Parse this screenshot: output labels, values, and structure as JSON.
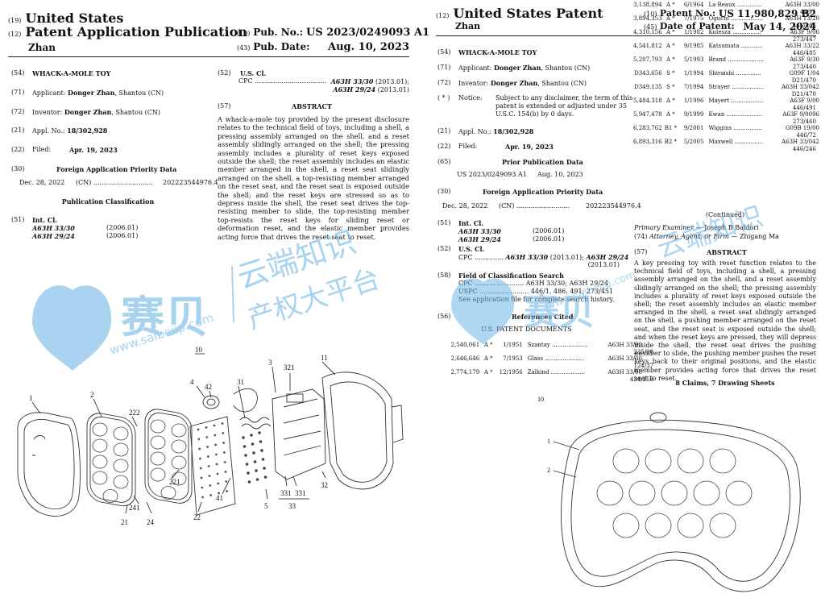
{
  "left": {
    "hdr_19": "(19)",
    "hdr_country": "United States",
    "hdr_12": "(12)",
    "hdr_type": "Patent Application Publication",
    "hdr_10": "(10)",
    "hdr_pubno_label": "Pub. No.:",
    "hdr_pubno": "US 2023/0249093 A1",
    "hdr_author": "Zhan",
    "hdr_43": "(43)",
    "hdr_pubdate_label": "Pub. Date:",
    "hdr_pubdate": "Aug. 10, 2023",
    "f54_code": "(54)",
    "f54_title": "WHACK-A-MOLE TOY",
    "f71_code": "(71)",
    "f71_label": "Applicant:",
    "f71_name": "Donger Zhan",
    "f71_loc": ", Shantou (CN)",
    "f72_code": "(72)",
    "f72_label": "Inventor:",
    "f72_name": "Donger Zhan",
    "f72_loc": ", Shantou (CN)",
    "f21_code": "(21)",
    "f21_label": "Appl. No.:",
    "f21_value": "18/302,928",
    "f22_code": "(22)",
    "f22_label": "Filed:",
    "f22_value": "Apr. 19, 2023",
    "f30_code": "(30)",
    "f30_heading": "Foreign Application Priority Data",
    "f30_date": "Dec. 28, 2022",
    "f30_country": "(CN) .............................",
    "f30_number": "202223544976.4",
    "pubclass_heading": "Publication Classification",
    "f51_code": "(51)",
    "f51_label": "Int. Cl.",
    "f51_items": [
      {
        "code": "A63H 33/30",
        "year": "(2006.01)"
      },
      {
        "code": "A63H 29/24",
        "year": "(2006.01)"
      }
    ],
    "f52_code": "(52)",
    "f52_label": "U.S. Cl.",
    "f52_cpc": "CPC ...................................",
    "f52_line1a": "A63H 33/30",
    "f52_line1b": " (2013.01);",
    "f52_line2a": "A63H 29/24",
    "f52_line2b": " (2013.01)",
    "f57_code": "(57)",
    "f57_heading": "ABSTRACT",
    "abstract": "A whack-a-mole toy provided by the present disclosure relates to the technical field of toys, including a shell, a pressing assembly arranged on the shell, and a reset assembly slidingly arranged on the shell; the pressing assembly includes a plurality of reset keys exposed outside the shell; the reset assembly includes an elastic member arranged in the shell, a reset seat slidingly arranged on the shell, a top-resisting member arranged on the reset seat, and the reset seat is exposed outside the shell; and the reset keys are stressed so as to depress inside the shell, the reset seat drives the top-resisting member to slide, the top-resisting member top-resists the reset keys for sliding reset or deformation reset, and the elastic member provides acting force that drives the reset seat to reset.",
    "figure_labels": {
      "l10": "10",
      "l4": "4",
      "l42": "42",
      "l3": "3",
      "l321": "321",
      "l11": "11",
      "l2": "2",
      "l222": "222",
      "l31": "31",
      "l1": "1",
      "l221": "221",
      "l241": "241",
      "l22": "22",
      "l41": "41",
      "l331a": "331",
      "l331b": "331",
      "l32": "32",
      "l33": "33",
      "l5": "5",
      "l21": "21",
      "l24": "24"
    }
  },
  "right": {
    "hdr_12": "(12)",
    "hdr_type": "United States Patent",
    "hdr_author": "Zhan",
    "hdr_10": "(10)",
    "hdr_patno_label": "Patent No.:",
    "hdr_patno": "US 11,980,829 B2",
    "hdr_45": "(45)",
    "hdr_date_label": "Date of Patent:",
    "hdr_date": "May 14, 2024",
    "f54_code": "(54)",
    "f54_title": "WHACK-A-MOLE TOY",
    "f71_code": "(71)",
    "f71_label": "Applicant:",
    "f71_name": "Donger Zhan",
    "f71_loc": ", Shantou (CN)",
    "f72_code": "(72)",
    "f72_label": "Inventor:",
    "f72_name": "Donger Zhan",
    "f72_loc": ", Shantou (CN)",
    "notice_code": "( * )",
    "notice_label": "Notice:",
    "notice_text": "Subject to any disclaimer, the term of this patent is extended or adjusted under 35 U.S.C. 154(b) by 0 days.",
    "f21_code": "(21)",
    "f21_label": "Appl. No.:",
    "f21_value": "18/302,928",
    "f22_code": "(22)",
    "f22_label": "Filed:",
    "f22_value": "Apr. 19, 2023",
    "f65_code": "(65)",
    "f65_heading": "Prior Publication Data",
    "f65_pub": "US 2023/0249093 A1",
    "f65_date": "Aug. 10, 2023",
    "f30_code": "(30)",
    "f30_heading": "Foreign Application Priority Data",
    "f30_date": "Dec. 28, 2022",
    "f30_country": "(CN) ..........................",
    "f30_number": "202223544976.4",
    "f51_code": "(51)",
    "f51_label": "Int. Cl.",
    "f51_items": [
      {
        "code": "A63H 33/30",
        "year": "(2006.01)"
      },
      {
        "code": "A63H 29/24",
        "year": "(2006.01)"
      }
    ],
    "f52_code": "(52)",
    "f52_label": "U.S. Cl.",
    "f52_cpc": "CPC ..............",
    "f52_a": "A63H 33/30",
    "f52_b": " (2013.01); ",
    "f52_c": "A63H 29/24",
    "f52_d": "(2013.01)",
    "f58_code": "(58)",
    "f58_heading": "Field of Classification Search",
    "f58_cpc": "CPC ........................ A63H 33/30; A63H 29/24",
    "f58_uspc": "USPC ........................ 446/1, 486, 491; 273/451",
    "f58_note": "See application file for complete search history.",
    "f56_code": "(56)",
    "f56_heading": "References Cited",
    "f56_sub": "U.S. PATENT DOCUMENTS",
    "refs_left": [
      {
        "num": "2,540,061",
        "kind": "A *",
        "date": "1/1951",
        "name": "Szantay ....................",
        "cls": "A63H 33/00",
        "sub": "235/90"
      },
      {
        "num": "2,646,646",
        "kind": "A *",
        "date": "7/1953",
        "name": "Glass ......................",
        "cls": "A63H 33/00",
        "sub": "124/37"
      },
      {
        "num": "2,774,179",
        "kind": "A *",
        "date": "12/1956",
        "name": "Zalkind ...................",
        "cls": "A63H 33/00",
        "sub": "434/258"
      }
    ],
    "refs_right": [
      {
        "num": "3,138,894",
        "kind": "A *",
        "date": "6/1964",
        "name": "La Reaux ..............",
        "cls": "A63H 33/00",
        "sub": "446/1"
      },
      {
        "num": "3,894,353",
        "kind": "A *",
        "date": "7/1975",
        "name": "Oguchi ..................",
        "cls": "A63H 13/20",
        "sub": "446/486"
      },
      {
        "num": "4,310,156",
        "kind": "A *",
        "date": "1/1982",
        "name": "Kulesza ................",
        "cls": "A63F 9/06",
        "sub": "273/447"
      },
      {
        "num": "4,541,812",
        "kind": "A *",
        "date": "9/1985",
        "name": "Katsumata ............",
        "cls": "A63H 33/22",
        "sub": "446/485"
      },
      {
        "num": "5,207,793",
        "kind": "A *",
        "date": "5/1993",
        "name": "Brand ....................",
        "cls": "A63F 9/30",
        "sub": "273/440"
      },
      {
        "num": "D343,656",
        "kind": "S *",
        "date": "1/1994",
        "name": "Shiraishi ..............",
        "cls": "G09F 1/04",
        "sub": "D21/470"
      },
      {
        "num": "D349,135",
        "kind": "S *",
        "date": "7/1994",
        "name": "Strayer ..................",
        "cls": "A63H 33/042",
        "sub": "D21/470"
      },
      {
        "num": "5,484,318",
        "kind": "A *",
        "date": "1/1996",
        "name": "Mayert ..................",
        "cls": "A63F 9/00",
        "sub": "446/491"
      },
      {
        "num": "5,947,478",
        "kind": "A *",
        "date": "9/1999",
        "name": "Kwan ....................",
        "cls": "A63F 9/0096",
        "sub": "273/460"
      },
      {
        "num": "6,283,762",
        "kind": "B1 *",
        "date": "9/2001",
        "name": "Wiggins ................",
        "cls": "G09B 19/00",
        "sub": "446/72"
      },
      {
        "num": "6,893,316",
        "kind": "B2 *",
        "date": "5/2005",
        "name": "Maxwell ................",
        "cls": "A63H 33/042",
        "sub": "446/246"
      }
    ],
    "continued": "(Continued)",
    "examiner_label": "Primary Examiner",
    "examiner_name": " — Joseph B Baldori",
    "attorney_code": "(74)",
    "attorney_label": "Attorney, Agent, or Firm",
    "attorney_name": " — Zhigang Ma",
    "f57_code": "(57)",
    "f57_heading": "ABSTRACT",
    "abstract": "A key pressing toy with reset function relates to the technical field of toys, including a shell, a pressing assembly arranged on the shell, and a reset assembly slidingly arranged on the shell; the pressing assembly includes a plurality of reset keys exposed outside the shell; the reset assembly includes an elastic member arranged in the shell, a reset seat slidingly arranged on the shell, a pushing member arranged on the reset seat, and the reset seat is exposed outside the shell; and when the reset keys are pressed, they will depress inside the shell, the reset seat drives the pushing member to slide, the pushing member pushes the reset keys back to their original positions, and the elastic member provides acting force that drives the reset seat to reset.",
    "claims": "8 Claims, 7 Drawing Sheets",
    "figure_labels": {
      "l10": "10",
      "l1": "1",
      "l2": "2"
    }
  },
  "watermark": {
    "brand_cn": "赛贝",
    "slogan_line1": "云端知识",
    "slogan_line2": "产权大平台",
    "url": "www.saibeiip.com",
    "color": "#6fb6e6"
  }
}
